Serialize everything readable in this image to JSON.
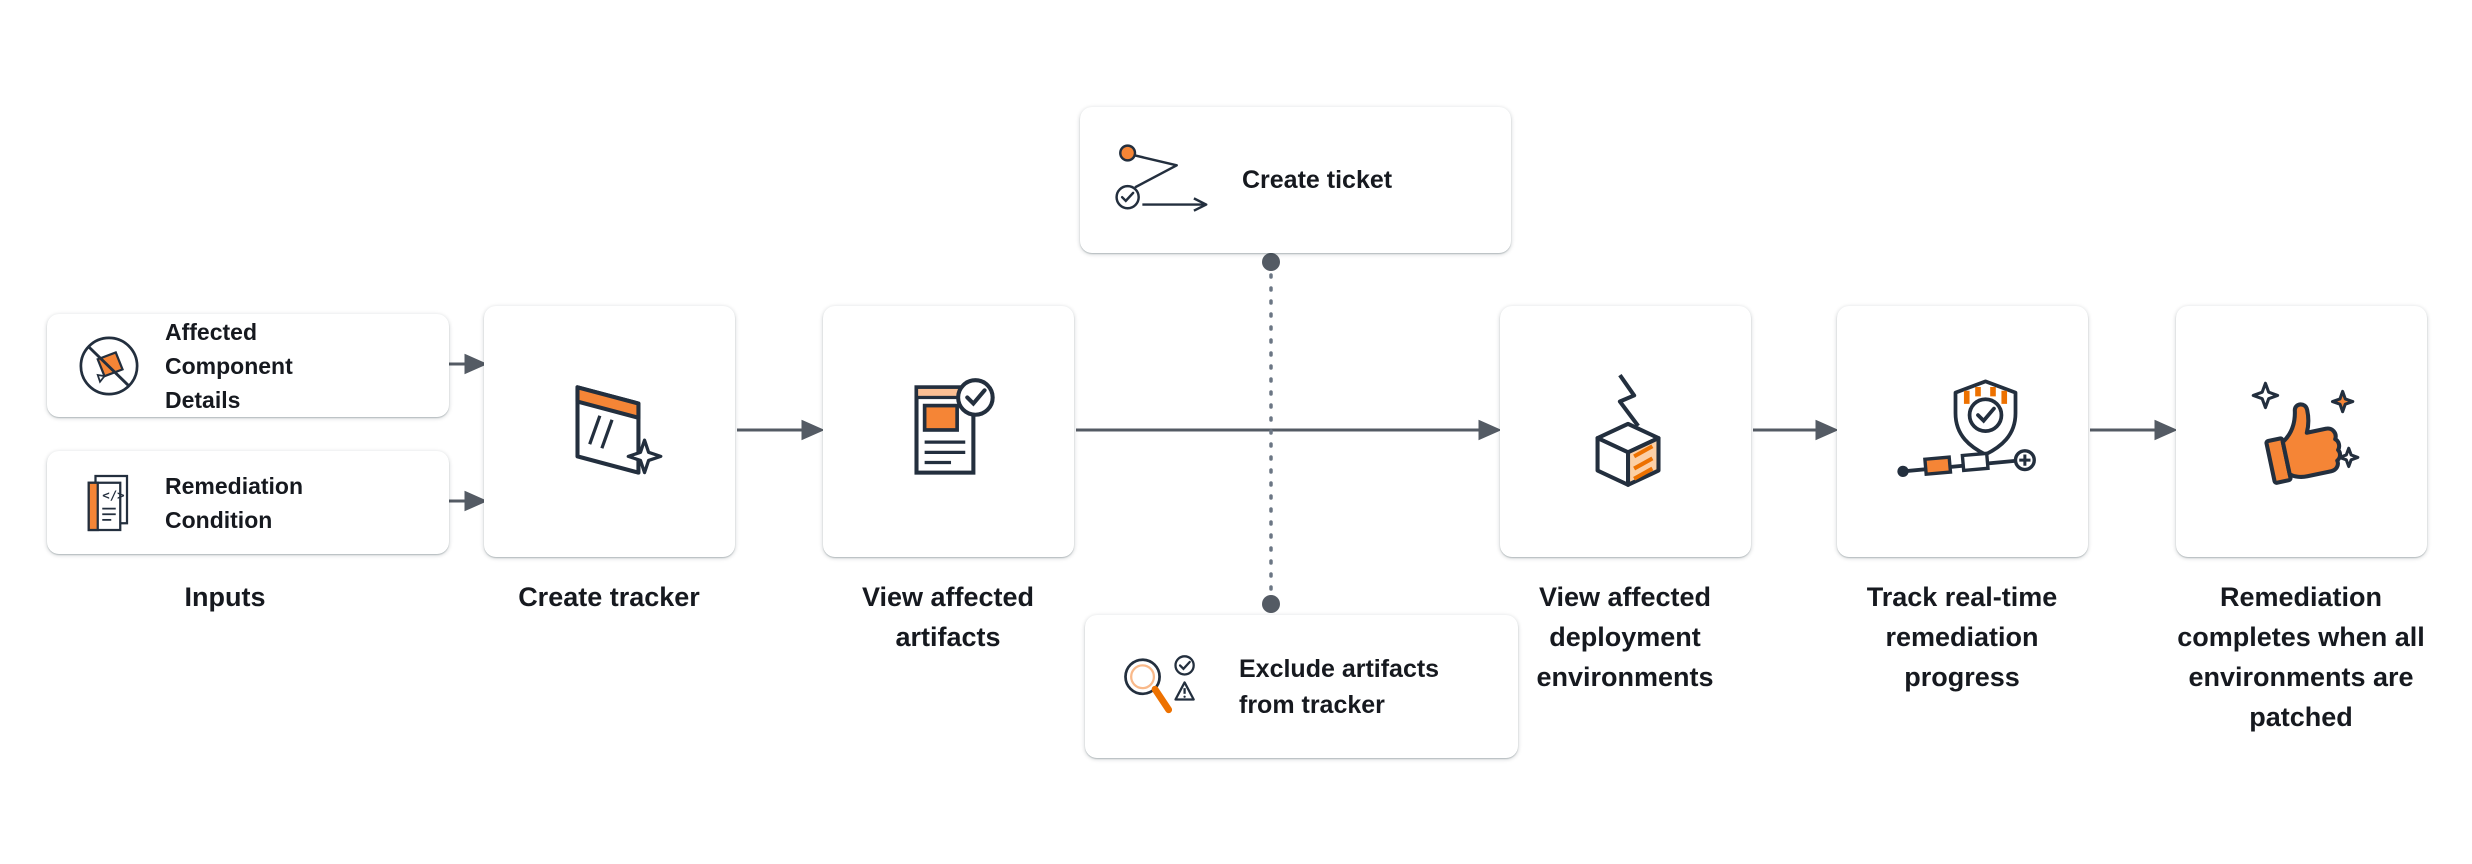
{
  "flow": {
    "inputs": {
      "title": "Inputs",
      "items": [
        {
          "label": "Affected Component Details",
          "icon": "affected-component-icon"
        },
        {
          "label": "Remediation Condition",
          "icon": "remediation-condition-icon"
        }
      ]
    },
    "steps": [
      {
        "label": "Create tracker",
        "icon": "create-tracker-icon"
      },
      {
        "label": "View affected artifacts",
        "icon": "view-affected-artifacts-icon"
      },
      {
        "label": "View affected deployment environments",
        "icon": "deployment-environments-icon"
      },
      {
        "label": "Track real-time remediation progress",
        "icon": "remediation-progress-icon"
      },
      {
        "label": "Remediation completes when all environments are patched",
        "icon": "thumbs-up-icon"
      }
    ],
    "branches": [
      {
        "label": "Create ticket",
        "icon": "create-ticket-icon",
        "position": "top"
      },
      {
        "label": "Exclude artifacts from tracker",
        "icon": "exclude-artifacts-icon",
        "position": "bottom"
      }
    ],
    "colors": {
      "accent_orange": "#ED7100",
      "light_orange": "#F58536",
      "outline_dark": "#232F3E",
      "arrow": "#545B64",
      "dashed_connector": "#6B7684",
      "text": "#16191f",
      "background": "#ffffff"
    }
  }
}
